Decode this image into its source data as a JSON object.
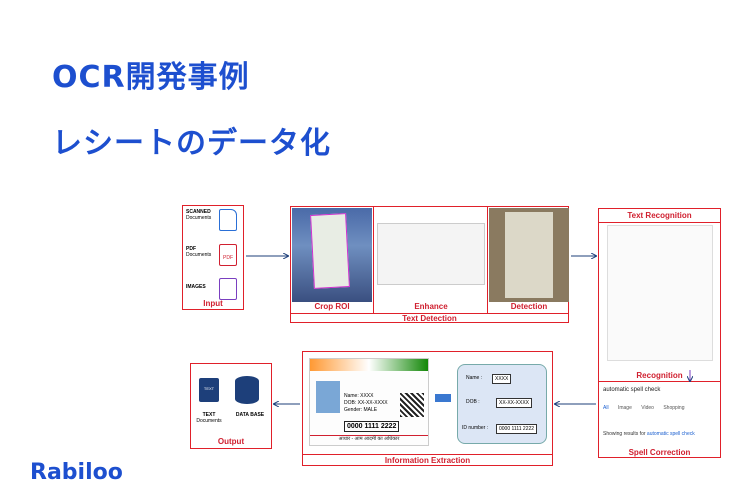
{
  "title_line1": "OCR開発事例",
  "title_line2": "レシートのデータ化",
  "brand": "Rabiloo",
  "input": {
    "label": "Input",
    "scanned": "SCANNED",
    "scanned_sub": "Documents",
    "pdf": "PDF",
    "pdf_sub": "Documents",
    "pdf_icon": "PDF",
    "images": "IMAGES"
  },
  "text_detection": {
    "label": "Text Detection",
    "crop": "Crop ROI",
    "enhance": "Enhance",
    "detection": "Detection"
  },
  "text_recognition": {
    "title": "Text Recognition",
    "recognition": "Recognition",
    "spell_query": "automatic spell check",
    "spell_tabs": [
      "All",
      "Image",
      "Video",
      "Shopping"
    ],
    "spell_line": "Showing results for",
    "spell_link": "automatic spell check",
    "spell_label": "Spell Correction"
  },
  "info_extraction": {
    "label": "Information Extraction",
    "name_label": "Name :",
    "name_val": "XXXX",
    "dob_label": "DOB :",
    "dob_val": "XX-XX-XXXX",
    "id_label": "ID number :",
    "id_val": "0000 1111 2222",
    "card_name": "Name: XXXX",
    "card_dob": "DOB: XX-XX-XXXX",
    "card_gender": "Gender: MALE",
    "card_id": "0000 1111 2222",
    "card_footer": "आधार - आम आदमी का अधिकार"
  },
  "output": {
    "label": "Output",
    "text_docs": "TEXT",
    "text_docs_sub": "Documents",
    "database": "DATA BASE",
    "text_icon": "TEXT"
  },
  "colors": {
    "accent": "#1d4fcf",
    "box_border": "#e0202a"
  }
}
